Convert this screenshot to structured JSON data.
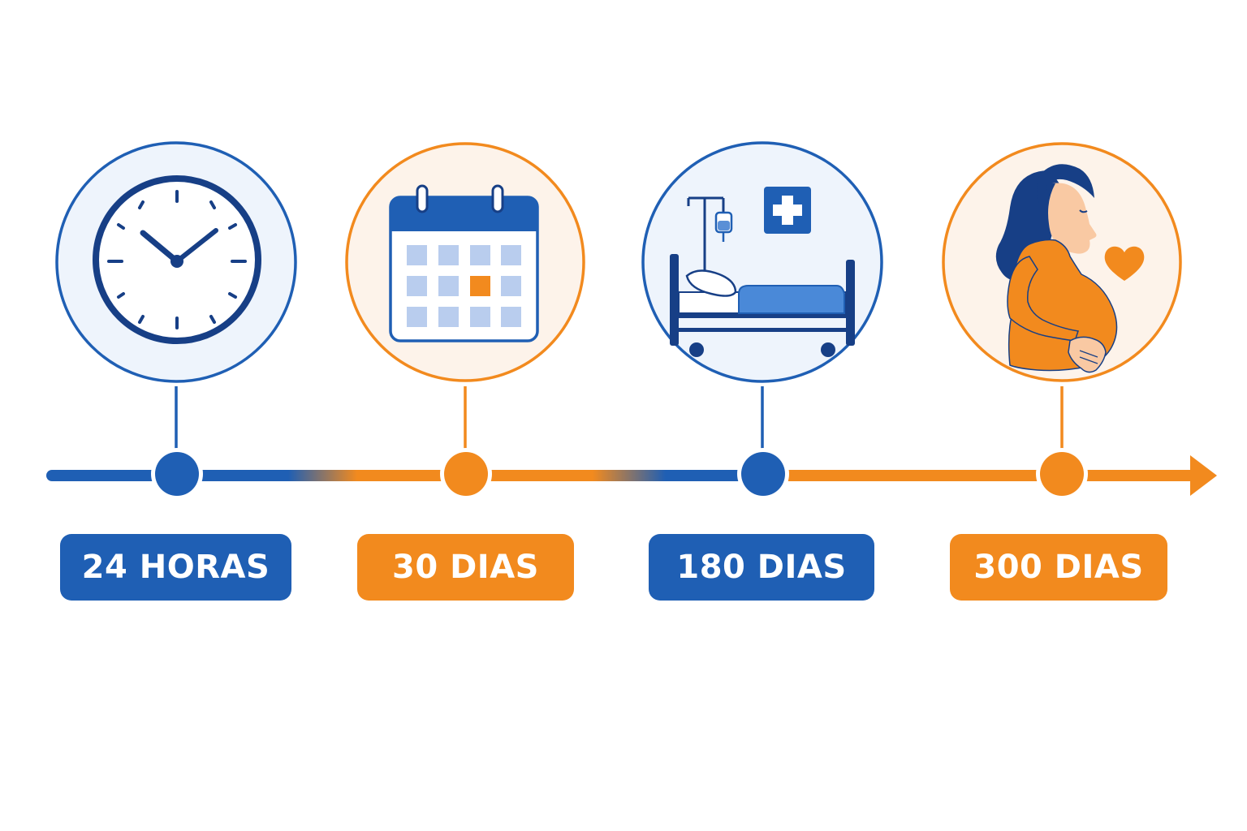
{
  "colors": {
    "blue": "#1f5fb4",
    "dark_blue": "#173f86",
    "orange": "#f28a1e",
    "light_blue_fill": "#eef4fc",
    "light_orange_fill": "#fdf3ea"
  },
  "milestones": [
    {
      "label": "24 HORAS",
      "icon": "clock-icon",
      "color": "blue"
    },
    {
      "label": "30 DIAS",
      "icon": "calendar-icon",
      "color": "orange"
    },
    {
      "label": "180 DIAS",
      "icon": "hospital-bed-icon",
      "color": "blue"
    },
    {
      "label": "300 DIAS",
      "icon": "pregnant-woman-icon",
      "color": "orange"
    }
  ]
}
